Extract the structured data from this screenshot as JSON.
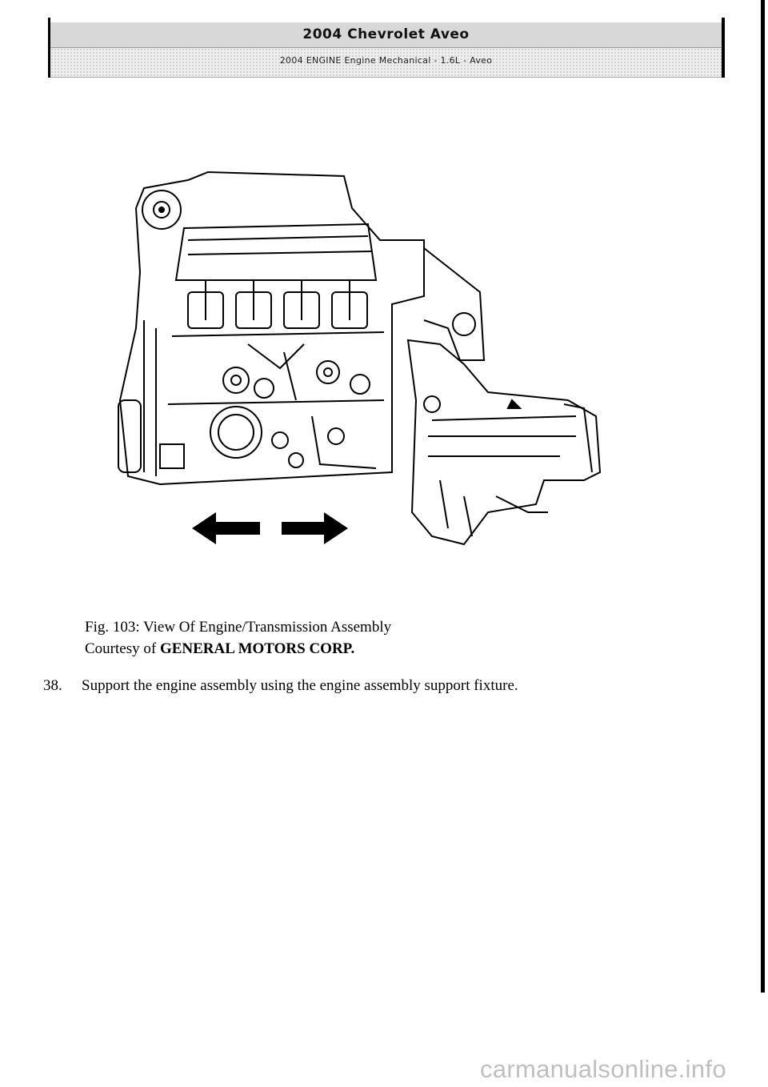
{
  "header": {
    "title": "2004 Chevrolet Aveo",
    "subtitle": "2004 ENGINE Engine Mechanical - 1.6L - Aveo"
  },
  "figure": {
    "icons": [
      "engine-transmission-assembly-illustration",
      "left-arrow-icon",
      "right-arrow-icon"
    ]
  },
  "caption": {
    "figure_label": "Fig. 103: View Of Engine/Transmission Assembly",
    "courtesy_prefix": "Courtesy of ",
    "courtesy_company": "GENERAL MOTORS CORP."
  },
  "step": {
    "number": "38.",
    "text": "Support the engine assembly using the engine assembly support fixture."
  },
  "watermark": "carmanualsonline.info"
}
